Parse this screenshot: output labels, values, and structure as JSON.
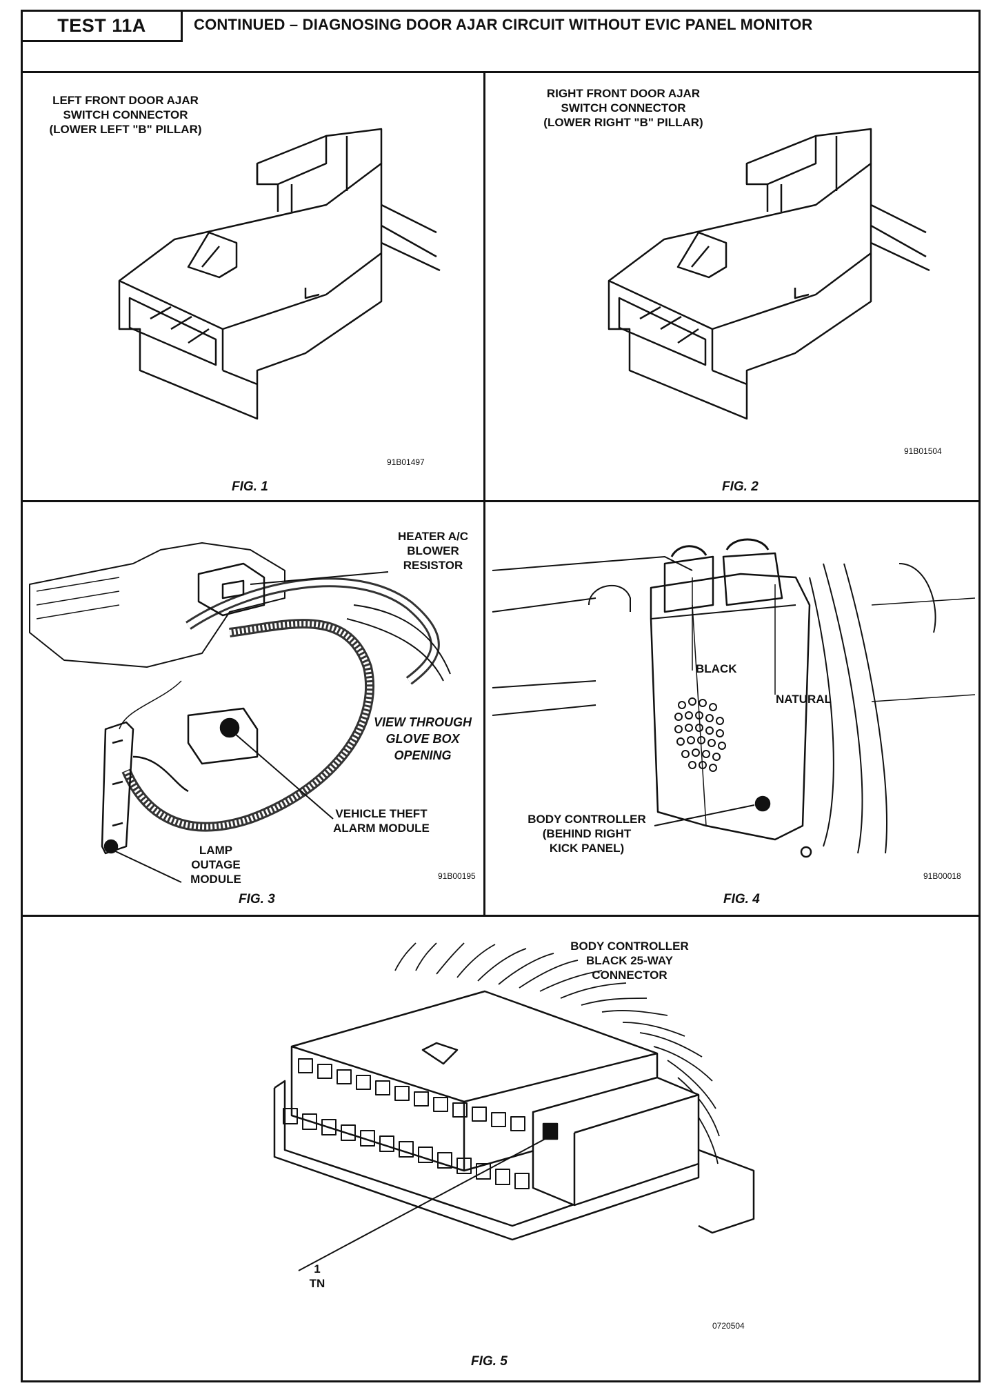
{
  "header": {
    "test_id": "TEST 11A",
    "title": "CONTINUED – DIAGNOSING DOOR AJAR CIRCUIT WITHOUT EVIC PANEL MONITOR"
  },
  "figures": [
    {
      "id": "fig1",
      "caption": "FIG. 1",
      "ref_code": "91B01497",
      "callouts": [
        "LEFT FRONT DOOR AJAR",
        "SWITCH CONNECTOR",
        "(LOWER LEFT \"B\" PILLAR)"
      ]
    },
    {
      "id": "fig2",
      "caption": "FIG. 2",
      "ref_code": "91B01504",
      "callouts": [
        "RIGHT FRONT DOOR AJAR",
        "SWITCH CONNECTOR",
        "(LOWER RIGHT \"B\" PILLAR)"
      ]
    },
    {
      "id": "fig3",
      "caption": "FIG. 3",
      "ref_code": "91B00195",
      "heater_label": [
        "HEATER A/C",
        "BLOWER",
        "RESISTOR"
      ],
      "view_note": [
        "VIEW THROUGH",
        "GLOVE BOX",
        "OPENING"
      ],
      "theft_label": [
        "VEHICLE THEFT",
        "ALARM MODULE"
      ],
      "lamp_label": [
        "LAMP",
        "OUTAGE",
        "MODULE"
      ]
    },
    {
      "id": "fig4",
      "caption": "FIG. 4",
      "ref_code": "91B00018",
      "black_label": "BLACK",
      "natural_label": "NATURAL",
      "body_controller_label": [
        "BODY CONTROLLER",
        "(BEHIND RIGHT",
        "KICK PANEL)"
      ]
    },
    {
      "id": "fig5",
      "caption": "FIG. 5",
      "ref_code": "0720504",
      "connector_label": [
        "BODY CONTROLLER",
        "BLACK 25-WAY",
        "CONNECTOR"
      ],
      "pin_number": "1",
      "pin_color": "TN"
    }
  ]
}
